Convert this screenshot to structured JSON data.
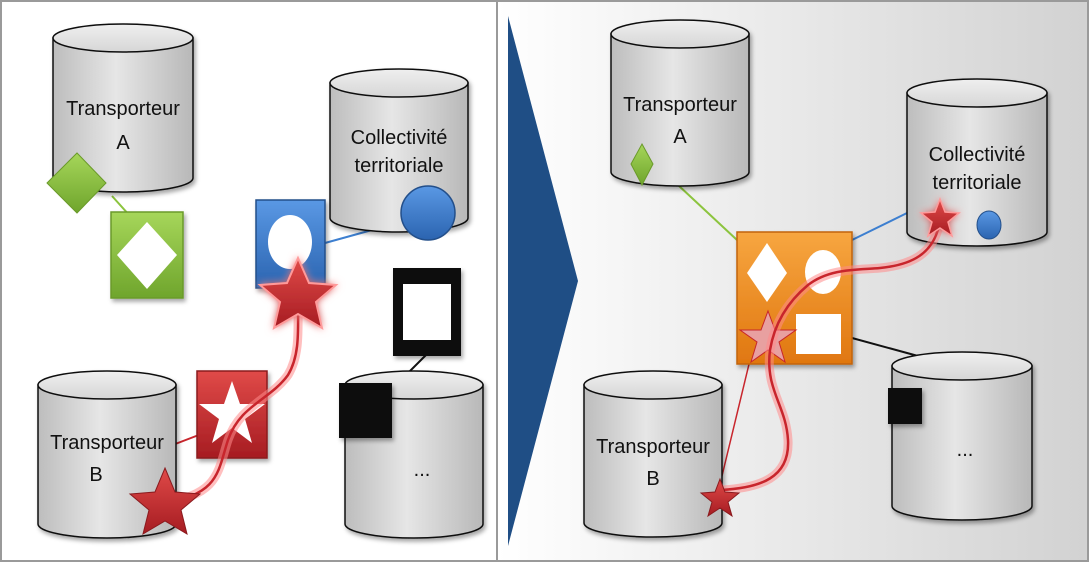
{
  "panels": {
    "left": {
      "transporteur_a": {
        "line1": "Transporteur",
        "line2": "A"
      },
      "collectivite": {
        "line1": "Collectivité",
        "line2": "territoriale"
      },
      "transporteur_b": {
        "line1": "Transporteur",
        "line2": "B"
      },
      "other": {
        "label": "..."
      }
    },
    "right": {
      "transporteur_a": {
        "line1": "Transporteur",
        "line2": "A"
      },
      "collectivite": {
        "line1": "Collectivité",
        "line2": "territoriale"
      },
      "transporteur_b": {
        "line1": "Transporteur",
        "line2": "B"
      },
      "other": {
        "label": "..."
      }
    }
  },
  "colors": {
    "green": "#8cc43e",
    "blue": "#3d7fd0",
    "red": "#c8252c",
    "black": "#111111",
    "orange": "#f28c1e",
    "arrow": "#1f4e85",
    "cylinder": "#d4d4d4"
  },
  "icons": [
    "diamond-icon",
    "ellipse-icon",
    "star-icon",
    "square-icon"
  ]
}
